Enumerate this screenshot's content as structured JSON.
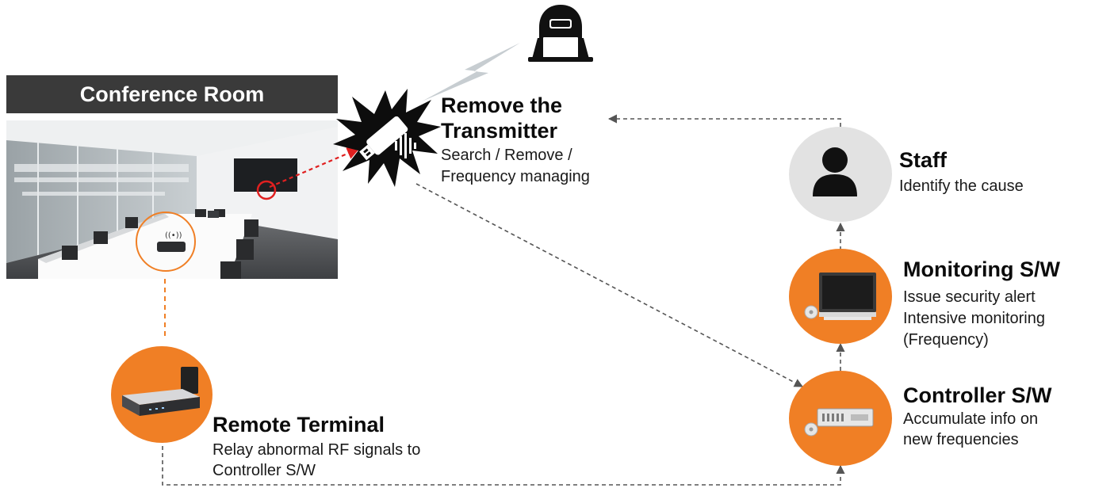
{
  "conference_room": {
    "title": "Conference Room"
  },
  "transmitter": {
    "title_line1": "Remove the",
    "title_line2": "Transmitter",
    "desc_line1": "Search / Remove /",
    "desc_line2": "Frequency managing"
  },
  "staff": {
    "title": "Staff",
    "desc": "Identify the cause"
  },
  "monitoring": {
    "title": "Monitoring S/W",
    "desc_line1": "Issue security alert",
    "desc_line2": "Intensive monitoring",
    "desc_line3": "(Frequency)"
  },
  "controller": {
    "title": "Controller S/W",
    "desc_line1": "Accumulate info on",
    "desc_line2": "new frequencies"
  },
  "remote_terminal": {
    "title": "Remote Terminal",
    "desc_line1": "Relay abnormal RF signals to",
    "desc_line2": "Controller S/W"
  },
  "colors": {
    "accent_orange": "#f07f25",
    "title_bar": "#3a3a3a",
    "staff_circle": "#e2e2e2",
    "alert_red": "#e02020",
    "arrow_gray": "#555555"
  },
  "icons": [
    "hacker-icon",
    "lightning-icon",
    "transmitter-splat-icon",
    "person-icon",
    "monitor-icon",
    "server-icon",
    "router-icon"
  ]
}
